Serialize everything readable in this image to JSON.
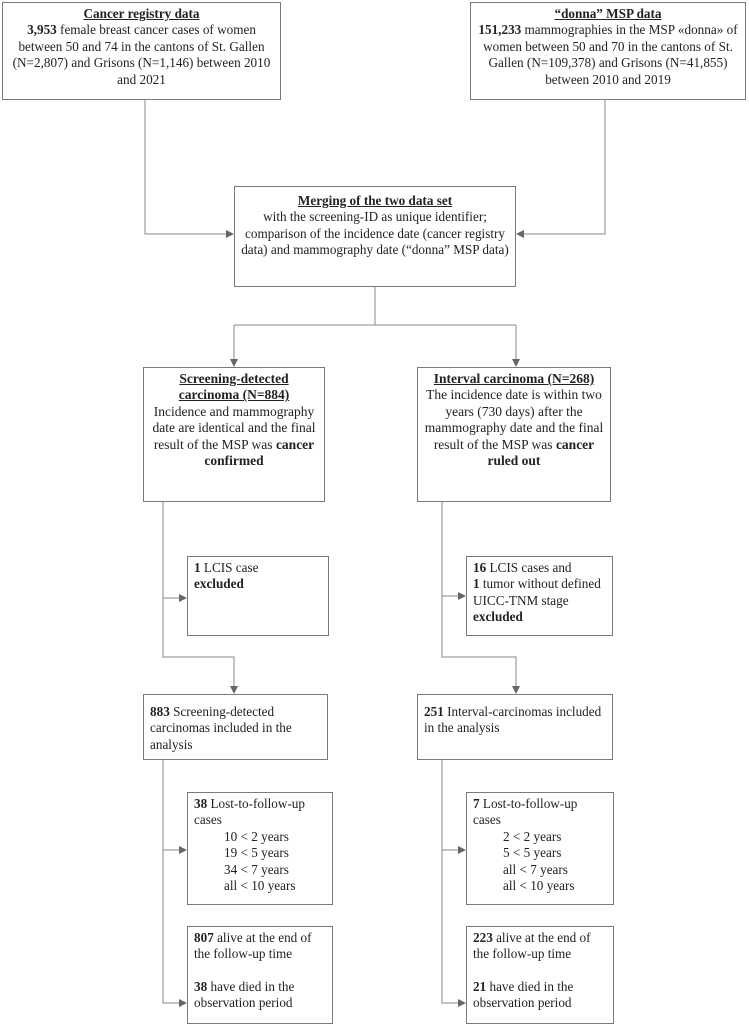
{
  "registry": {
    "title": "Cancer registry data",
    "count": "3,953",
    "text": " female breast cancer cases of women between 50 and 74 in the cantons of St. Gallen (N=2,807) and Grisons (N=1,146) between 2010 and 2021"
  },
  "msp": {
    "title": "“donna” MSP data",
    "count": "151,233",
    "text": " mammographies in the MSP «donna» of women between 50 and 70 in the cantons of St. Gallen (N=109,378) and Grisons (N=41,855) between 2010 and 2019"
  },
  "merge": {
    "title": "Merging of the two data set",
    "text": "with the screening-ID as unique identifier; comparison of the incidence date (cancer registry data) and mammography date (“donna” MSP data)"
  },
  "screening": {
    "title": "Screening-detected carcinoma (N=884)",
    "text": "Incidence and mammography date are identical and the final result of the MSP was ",
    "bold_end": "cancer confirmed"
  },
  "interval": {
    "title_a": "Interval",
    "title_b": " carcinoma (N=268)",
    "text": "The incidence date is within two years (730 days) after the mammography date and the final result of the MSP was ",
    "bold_end": "cancer ruled out"
  },
  "excl_left": {
    "count": "1",
    "text": " LCIS case",
    "bold_end": "excluded"
  },
  "excl_right": {
    "count_a": "16",
    "text_a": " LCIS cases and",
    "count_b": "1",
    "text_b": " tumor without defined UICC-TNM stage ",
    "bold_end": "excluded"
  },
  "incl_left": {
    "count": "883",
    "text": " Screening-detected carcinomas included in the analysis"
  },
  "incl_right": {
    "count": "251",
    "text": " Interval-carcinomas included in the analysis"
  },
  "lost_left": {
    "count": "38",
    "text": " Lost-to-follow-up cases",
    "rows": [
      "10 < 2 years",
      "19 < 5 years",
      "34 < 7 years",
      "all < 10 years"
    ]
  },
  "lost_right": {
    "count": "7",
    "text": " Lost-to-follow-up cases",
    "rows": [
      "2 < 2 years",
      "5 < 5 years",
      "all < 7 years",
      "all < 10 years"
    ]
  },
  "outcome_left": {
    "alive_count": "807",
    "alive_text": " alive at the end of the follow-up time",
    "died_count": "38",
    "died_text": " have died in the observation period"
  },
  "outcome_right": {
    "alive_count": "223",
    "alive_text": " alive at the end of the follow-up time",
    "died_count": "21",
    "died_text": " have died in the observation period"
  }
}
